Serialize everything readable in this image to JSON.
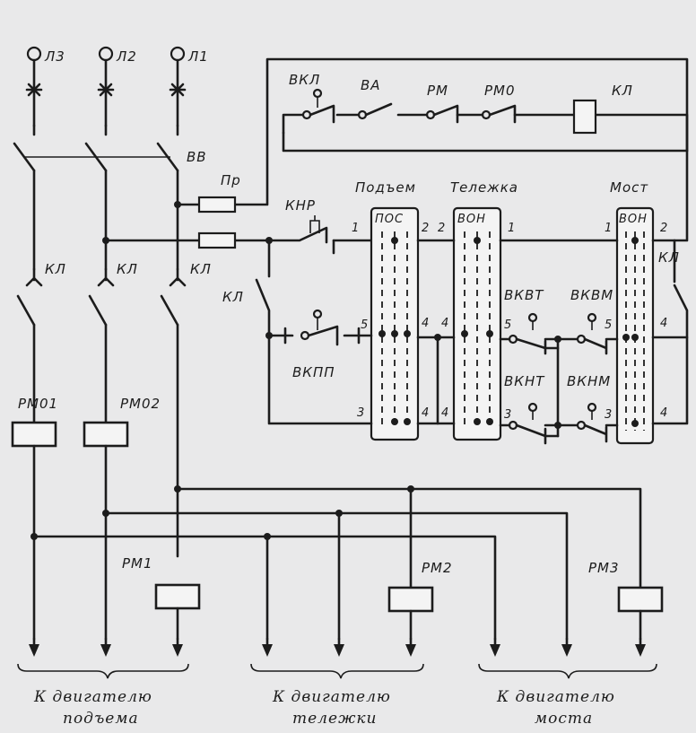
{
  "phases": [
    "Л3",
    "Л2",
    "Л1"
  ],
  "main_switch": "ВВ",
  "fuse": "Пр",
  "contactor_contacts": [
    "КЛ",
    "КЛ",
    "КЛ"
  ],
  "contactor_aux": "КЛ",
  "button": "КНР",
  "line_switch": "ВКЛ",
  "emergency_switch": "ВА",
  "relays_ctrl": [
    "РМ",
    "РМ0"
  ],
  "contactor_coil": "КЛ",
  "overload_relays": [
    "РМ01",
    "РМ02"
  ],
  "motor_relays": [
    "РМ1",
    "РМ2",
    "РМ3"
  ],
  "controllers": {
    "hoist": {
      "title": "Подъем",
      "code": "ПОС"
    },
    "trolley": {
      "title": "Тележка",
      "code": "ВОН"
    },
    "bridge": {
      "title": "Мост",
      "code": "ВОН"
    }
  },
  "limit_switches": {
    "hoist": "ВКПП",
    "trolley_fwd": "ВКВТ",
    "trolley_back": "ВКНТ",
    "bridge_fwd": "ВКВМ",
    "bridge_back": "ВКНМ"
  },
  "terminal_numbers": {
    "n1": "1",
    "n2": "2",
    "n3": "3",
    "n4": "4",
    "n5": "5"
  },
  "captions": {
    "hoist": [
      "К двигателю",
      "подъема"
    ],
    "trolley": [
      "К двигателю",
      "тележки"
    ],
    "bridge": [
      "К двигателю",
      "моста"
    ]
  }
}
